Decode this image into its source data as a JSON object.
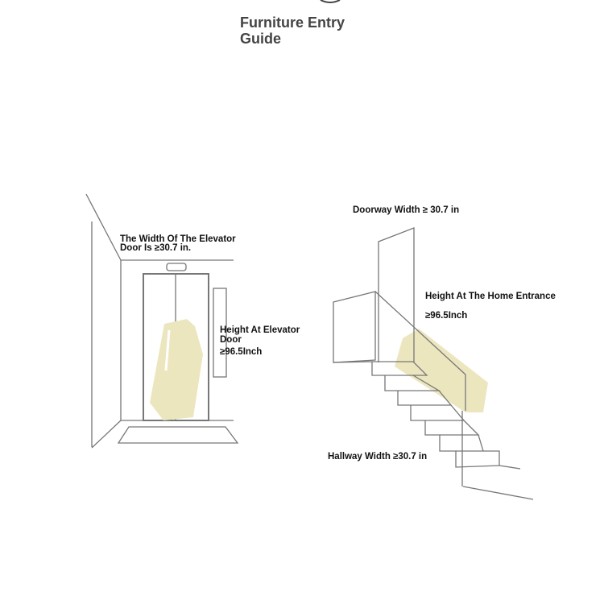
{
  "title": "Furniture Entry Guide",
  "elevator": {
    "width_label": "The Width Of The Elevator Door Is ≥30.7 in.",
    "height_label": "Height At Elevator Door",
    "height_value": "≥96.5Inch"
  },
  "home": {
    "doorway_label": "Doorway Width ≥ 30.7 in",
    "height_label": "Height At The Home Entrance",
    "height_value": "≥96.5Inch",
    "hallway_label": "Hallway Width ≥30.7 in"
  },
  "colors": {
    "furniture": "#ece6bf",
    "line": "#777777"
  }
}
